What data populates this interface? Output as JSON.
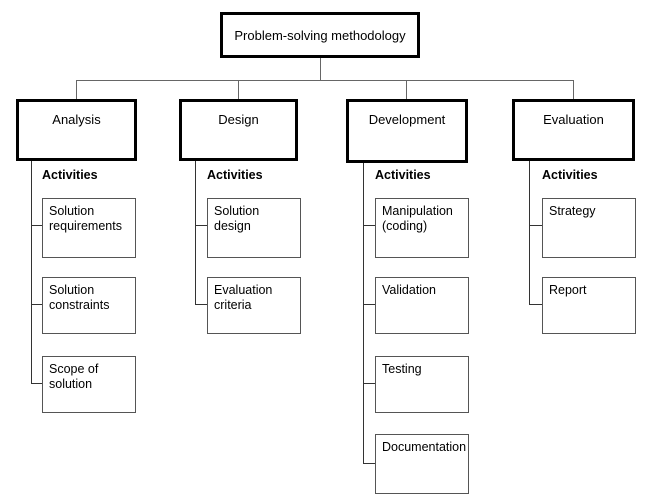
{
  "diagram": {
    "title": "Problem-solving methodology",
    "activities_heading": "Activities",
    "colors": {
      "background": "#ffffff",
      "node_border": "#000000",
      "leaf_border": "#555555",
      "connector": "#666666",
      "text": "#000000"
    },
    "root": {
      "label": "Problem-solving methodology"
    },
    "phases": [
      {
        "label": "Analysis",
        "activities_heading": "Activities",
        "activities": [
          {
            "label": "Solution\nrequirements"
          },
          {
            "label": "Solution\nconstraints"
          },
          {
            "label": "Scope of\nsolution"
          }
        ]
      },
      {
        "label": "Design",
        "activities_heading": "Activities",
        "activities": [
          {
            "label": "Solution\ndesign"
          },
          {
            "label": "Evaluation\ncriteria"
          }
        ]
      },
      {
        "label": "Development",
        "activities_heading": "Activities",
        "activities": [
          {
            "label": "Manipulation\n(coding)"
          },
          {
            "label": "Validation"
          },
          {
            "label": "Testing"
          },
          {
            "label": "Documentation"
          }
        ]
      },
      {
        "label": "Evaluation",
        "activities_heading": "Activities",
        "activities": [
          {
            "label": "Strategy"
          },
          {
            "label": "Report"
          }
        ]
      }
    ]
  }
}
